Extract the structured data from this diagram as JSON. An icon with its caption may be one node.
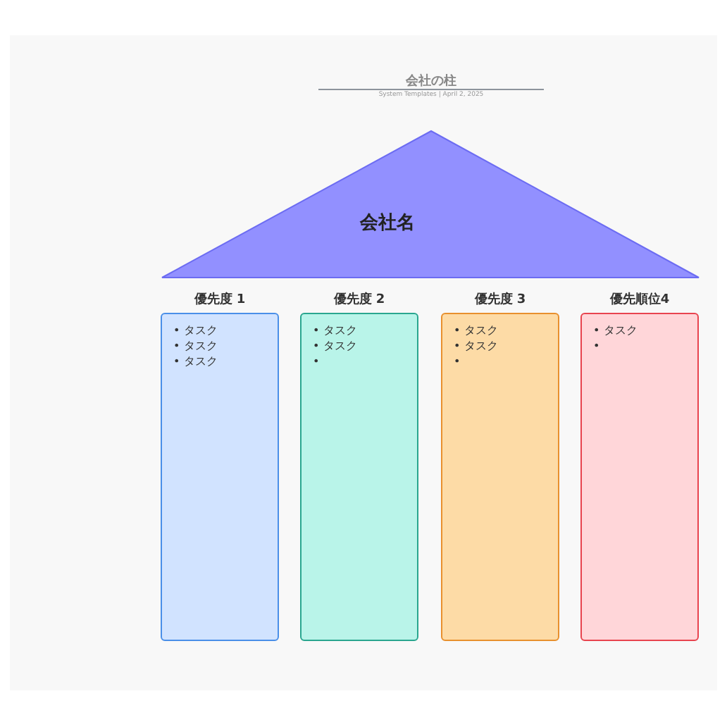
{
  "diagram": {
    "title": "会社の柱",
    "nodes": [
      {
        "text": [
          "会社名"
        ]
      },
      {
        "text": [
          "優先度 1",
          "• タスク",
          "• タスク",
          "• タスク"
        ]
      },
      {
        "text": [
          "優先度 2",
          "• タスク",
          "• タスク",
          "•"
        ]
      },
      {
        "text": [
          "優先度 3",
          "• タスク",
          "• タスク",
          "•"
        ]
      },
      {
        "text": [
          "優先順位4",
          "• タスク",
          "•"
        ]
      }
    ],
    "labels": [
      "System Templates | April 2, 2025"
    ]
  }
}
